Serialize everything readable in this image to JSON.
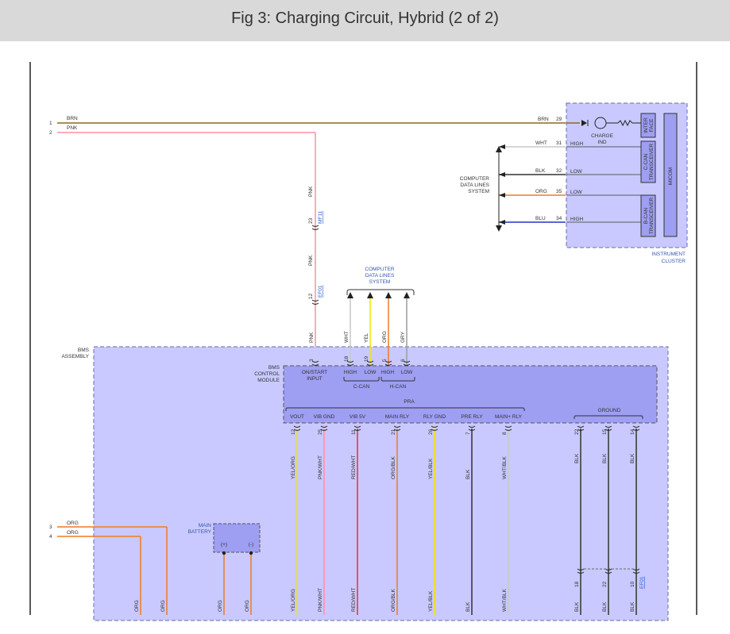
{
  "title": "Fig 3: Charging Circuit, Hybrid (2 of 2)",
  "left_pins": [
    "1",
    "2",
    "3",
    "4"
  ],
  "wire_colors": {
    "BRN": "#8b6a1e",
    "PNK": "#ff8fa0",
    "ORG": "#f07a22",
    "YEL": "#f2e600",
    "WHT": "#c8c8c8",
    "BLK": "#333333",
    "BLU": "#2233cc",
    "GRY": "#9a9a9a",
    "RED": "#e83030",
    "box_fill": "#c9c9ff",
    "module_fill": "#9e9ef2",
    "box_stroke": "#6a6aa8"
  },
  "top_wires": {
    "w1": "BRN",
    "w2": "PNK",
    "pin29": "29"
  },
  "connectors": {
    "mf11_pin": "23",
    "mf11": "MF11",
    "ef01_pin": "12",
    "ef01": "EF01",
    "pnk": "PNK"
  },
  "cluster": {
    "label_line1": "INSTRUMENT",
    "label_line2": "CLUSTER",
    "interface_line1": "INTER",
    "interface_line2": "FACE",
    "ccan_line1": "C-CAN",
    "ccan_line2": "TRANSCEIVER",
    "bcan_line1": "B-CAN",
    "bcan_line2": "TRANSCEIVER",
    "micom": "MICOM",
    "charge_line1": "CHARGE",
    "charge_line2": "IND",
    "data_lines_1": "COMPUTER",
    "data_lines_2": "DATA LINES",
    "data_lines_3": "SYSTEM",
    "rows": [
      {
        "color": "WHT",
        "pin": "31",
        "level": "HIGH"
      },
      {
        "color": "BLK",
        "pin": "32",
        "level": "LOW"
      },
      {
        "color": "ORG",
        "pin": "35",
        "level": "LOW"
      },
      {
        "color": "BLU",
        "pin": "34",
        "level": "HIGH"
      }
    ]
  },
  "data_lines_mid": {
    "line1": "COMPUTER",
    "line2": "DATA LINES",
    "line3": "SYSTEM"
  },
  "bms": {
    "assembly_1": "BMS",
    "assembly_2": "ASSEMBLY",
    "module_1": "BMS",
    "module_2": "CONTROL",
    "module_3": "MODULE",
    "on_start_1": "ON/START",
    "on_start_2": "INPUT",
    "high": "HIGH",
    "low": "LOW",
    "ccan": "C-CAN",
    "hcan": "H-CAN",
    "pra": "PRA",
    "ground": "GROUND"
  },
  "top_module_pins": [
    {
      "color": "PNK",
      "pin": "3"
    },
    {
      "color": "WHT",
      "pin": "18"
    },
    {
      "color": "YEL",
      "pin": "19"
    },
    {
      "color": "ORG",
      "pin": "5"
    },
    {
      "color": "GRY",
      "pin": "6"
    }
  ],
  "bottom_pins": [
    {
      "label": "VOUT",
      "pin": "12",
      "color": "YEL/ORG"
    },
    {
      "label": "VIB GND",
      "pin": "25",
      "color": "PNK/WHT"
    },
    {
      "label": "VIB 5V",
      "pin": "11",
      "color": "RED/WHT"
    },
    {
      "label": "MAIN RLY",
      "pin": "21",
      "color": "ORG/BLK"
    },
    {
      "label": "RLY GND",
      "pin": "26",
      "color": "YEL/BLK"
    },
    {
      "label": "PRE RLY",
      "pin": "7",
      "color": "BLK"
    },
    {
      "label": "MAIN+ RLY",
      "pin": "8",
      "color": "WHT/BLK"
    }
  ],
  "ground_pins": [
    {
      "pin": "22",
      "color": "BLK",
      "lower_pin": "18"
    },
    {
      "pin": "15",
      "color": "BLK",
      "lower_pin": "22"
    },
    {
      "pin": "14",
      "color": "BLK",
      "lower_pin": "10"
    }
  ],
  "ef01_lower": "EF01",
  "battery": {
    "line1": "MAIN",
    "line2": "BATTERY",
    "plus": "(+)",
    "minus": "(-)"
  },
  "org": "ORG"
}
